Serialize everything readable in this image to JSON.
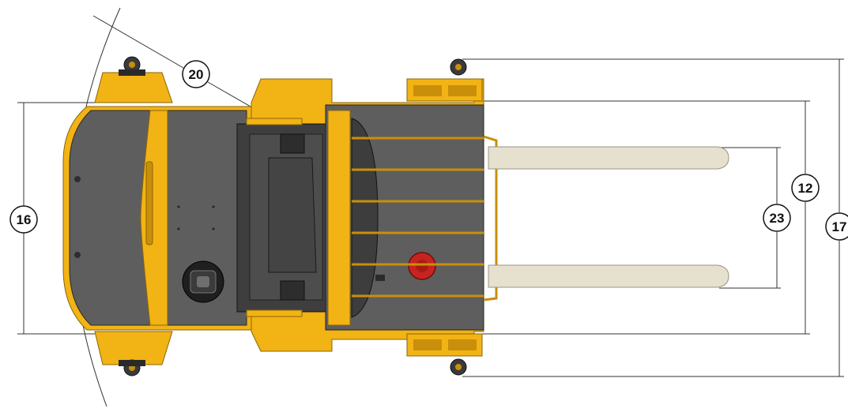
{
  "diagram": {
    "subject": "forklift-top-view",
    "callouts": {
      "turning_radius": "20",
      "overall_width": "16",
      "fork_spread": "23",
      "carriage_width": "12",
      "outer_width": "17"
    },
    "colors": {
      "body_yellow": "#F2B315",
      "body_yellow_dark": "#C98F0B",
      "chassis_grey": "#5E5E5E",
      "chassis_dark": "#3E3E3E",
      "fork": "#E6E0CF",
      "stop_button": "#C8241F",
      "dimension_line": "#333333"
    }
  }
}
